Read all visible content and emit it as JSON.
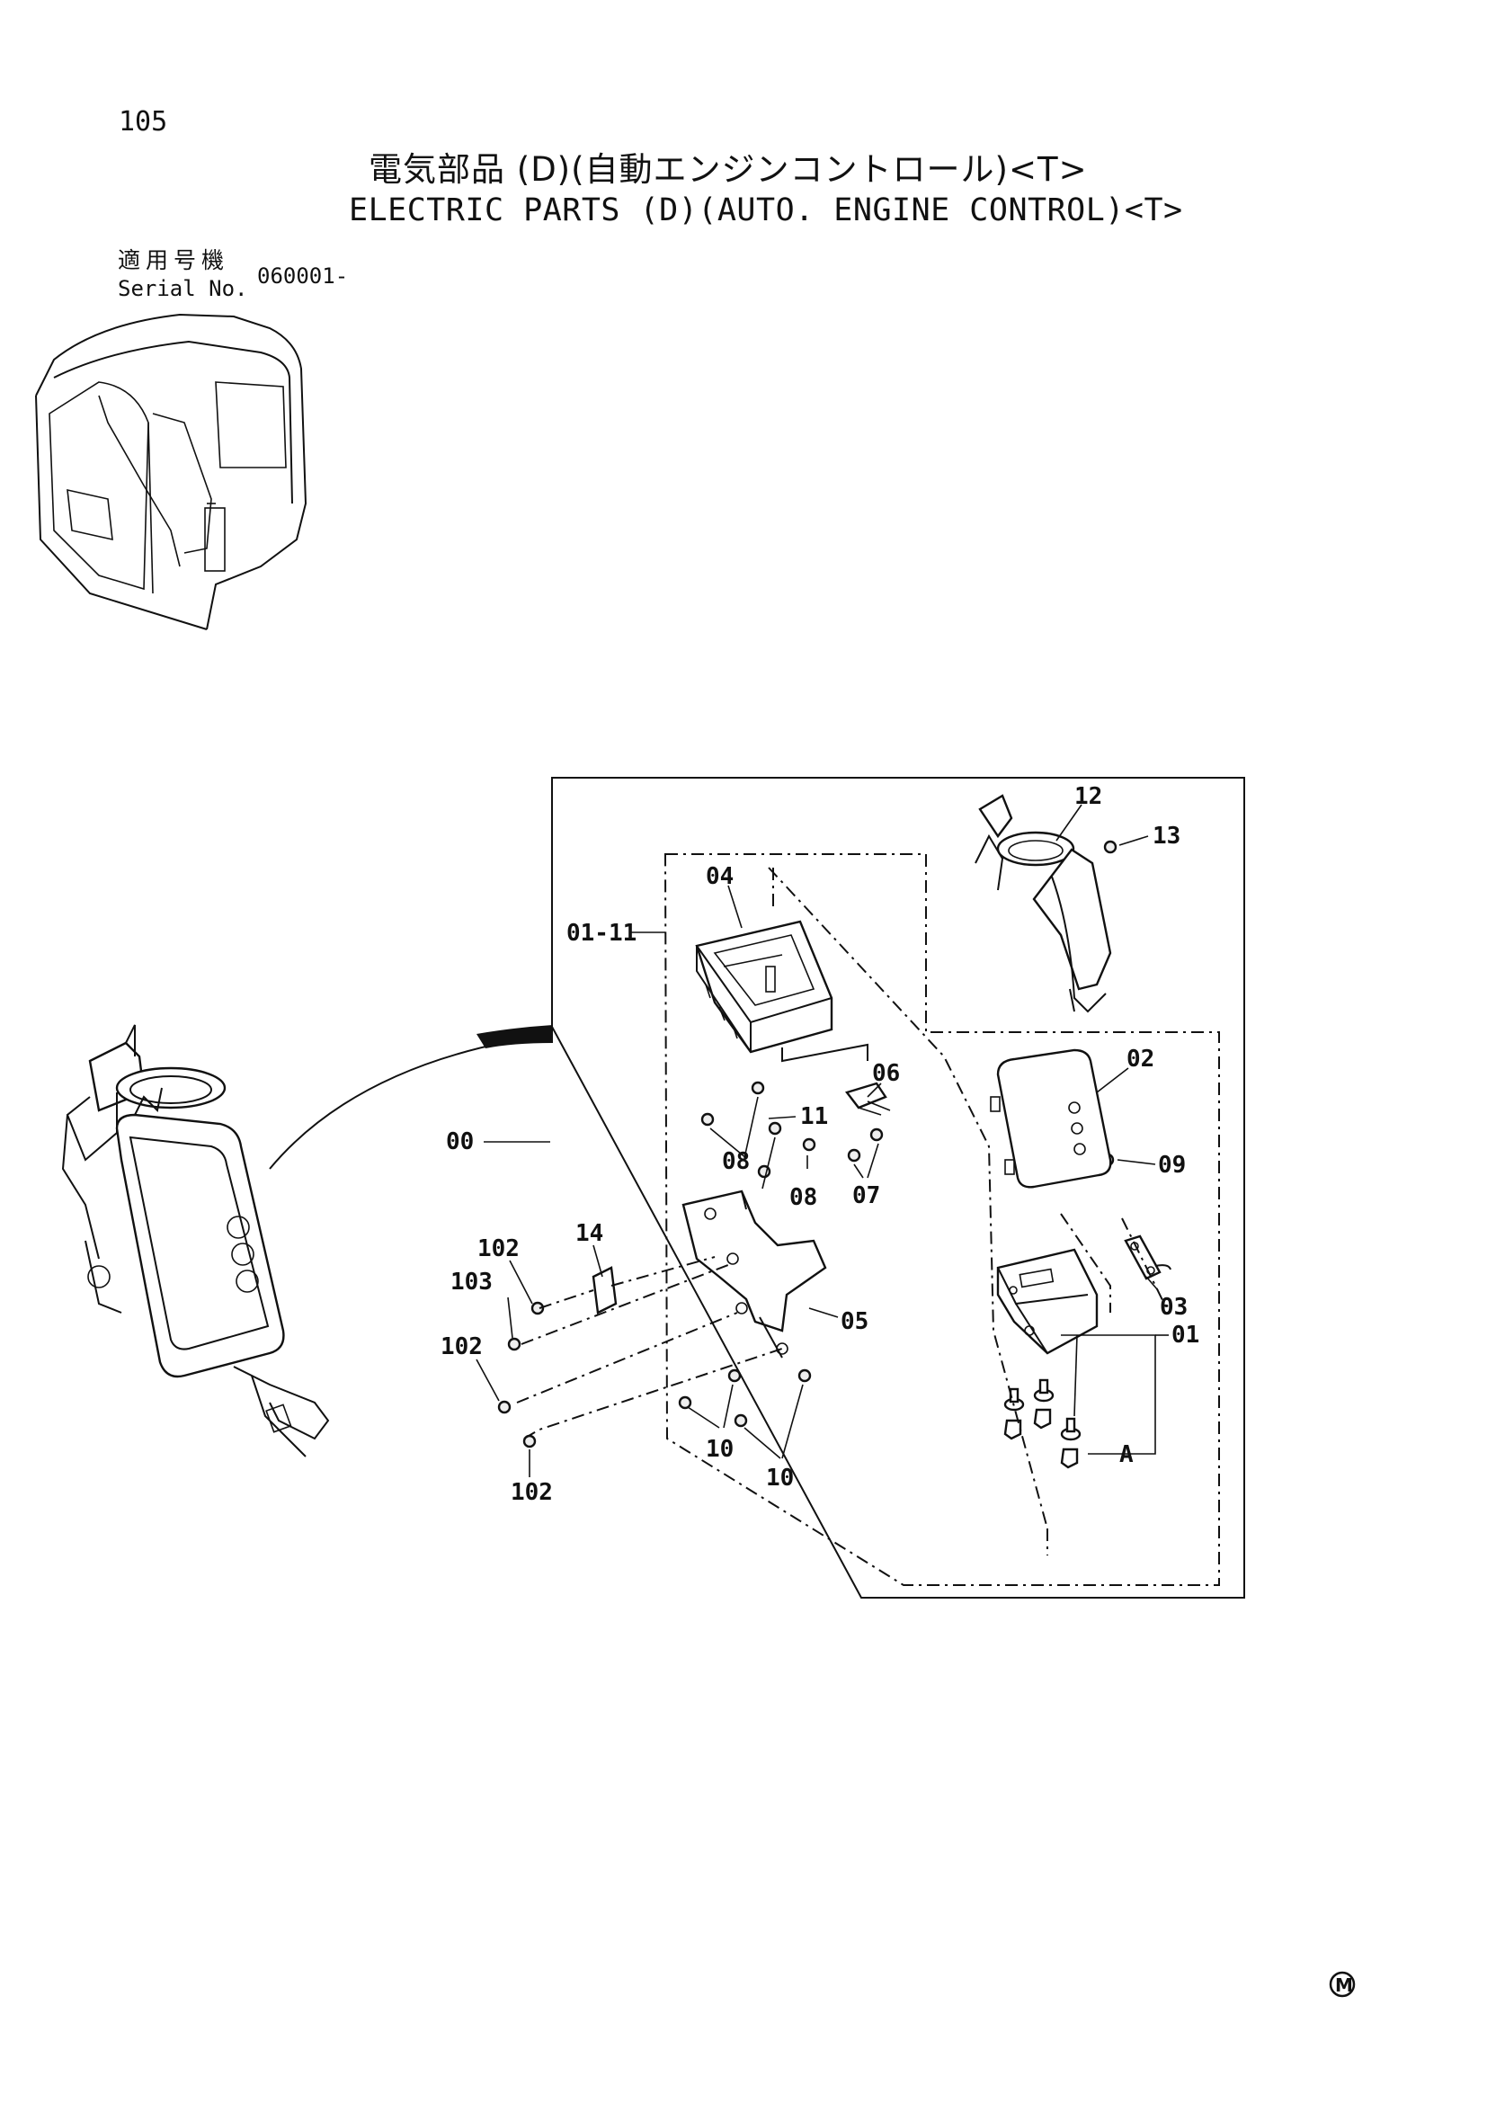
{
  "page": {
    "number": "105",
    "title_jp": "電気部品 (D)(自動エンジンコントロール)<T>",
    "title_en": "ELECTRIC PARTS (D)(AUTO. ENGINE CONTROL)<T>",
    "serial_label_jp": "適用号機",
    "serial_label_en": "Serial No.",
    "serial_value": "060001-",
    "mark": "M"
  },
  "callouts": {
    "c00": "00",
    "c01_11": "01-11",
    "c01": "01",
    "c02": "02",
    "c03": "03",
    "c04": "04",
    "c05": "05",
    "c06": "06",
    "c07": "07",
    "c08a": "08",
    "c08b": "08",
    "c09": "09",
    "c10a": "10",
    "c10b": "10",
    "c11": "11",
    "c12": "12",
    "c13": "13",
    "c14": "14",
    "c102a": "102",
    "c102b": "102",
    "c102c": "102",
    "c103": "103",
    "cA": "A"
  },
  "icons": [
    "cab-overview-icon",
    "control-unit-assembly-icon",
    "registered-mark-icon"
  ]
}
